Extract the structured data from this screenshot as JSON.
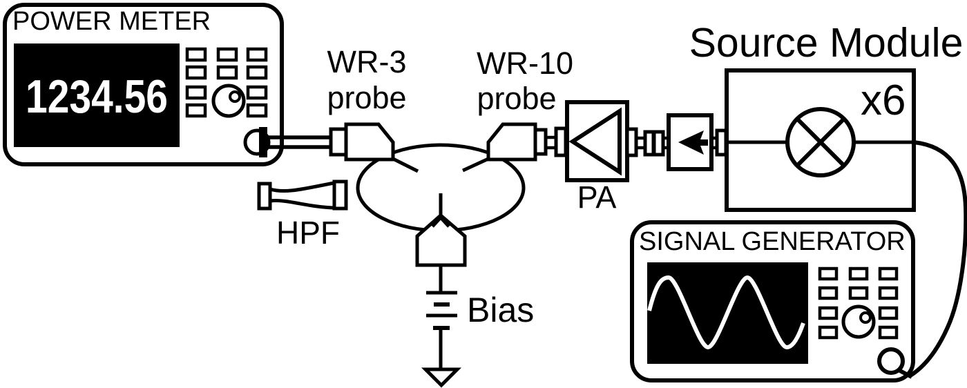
{
  "figure": {
    "type": "test-setup block diagram",
    "power_meter": {
      "title": "POWER METER",
      "display_value": "1234.56"
    },
    "wr3_probe": {
      "line1": "WR-3",
      "line2": "probe"
    },
    "wr10_probe": {
      "line1": "WR-10",
      "line2": "probe"
    },
    "hpf": {
      "label": "HPF"
    },
    "bias": {
      "label": "Bias"
    },
    "amplifier": {
      "label": "PA"
    },
    "source_module": {
      "title": "Source Module",
      "multiplier": "x6"
    },
    "signal_generator": {
      "title": "SIGNAL GENERATOR"
    },
    "colors": {
      "ink": "#000000",
      "background": "#ffffff",
      "display_bg": "#000000",
      "display_text": "#ffffff"
    }
  }
}
